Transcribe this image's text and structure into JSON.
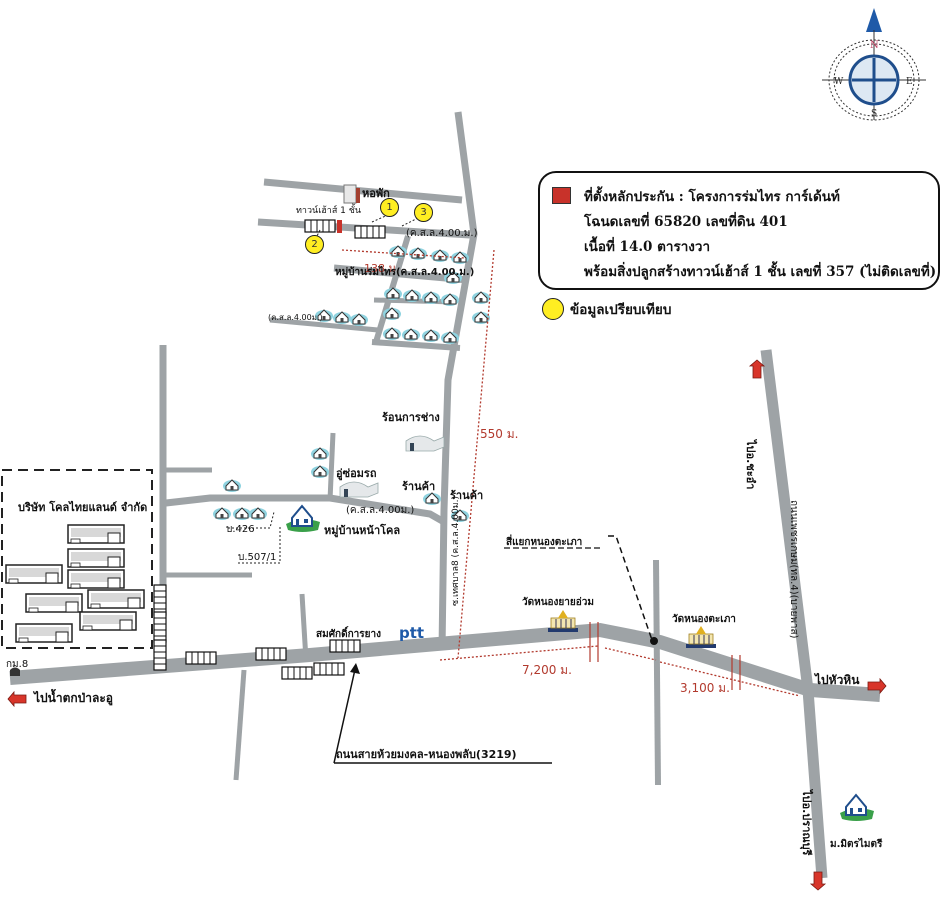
{
  "compass": {
    "north": "N",
    "south": "S",
    "east": "E",
    "west": "W",
    "icon": "compass-rose-icon"
  },
  "legend": {
    "collateral_swatch_color": "#c8322a",
    "line1": "ที่ตั้งหลักประกัน : โครงการร่มไทร การ์เด้นท์",
    "line2": "โฉนดเลขที่ 65820  เลขที่ดิน 401",
    "line3": "เนื้อที่ 14.0  ตารางวา",
    "line4": "พร้อมสิ่งปลูกสร้างทาวน์เฮ้าส์ 1 ชั้น เลขที่ 357 (ไม่ติดเลขที่)",
    "comparison_color": "#ffee22",
    "comparison_label": "ข้อมูลเปรียบเทียบ"
  },
  "markers": {
    "m1": "1",
    "m2": "2",
    "m3": "3"
  },
  "labels": {
    "dormitory": "หอพัก",
    "townhouse": "ทาวน์เฮ้าส์ 1 ชั้น",
    "road_4m_a": "(ค.ส.ล.4.00.ม.)",
    "village_romsai": "หมู่บ้านร่มไทร(ค.ส.ล.4.00.ม.)",
    "road_4m_left": "(ค.ส.ล.4.00ม.)",
    "dist_138": "138 ม.",
    "dist_550": "550 ม.",
    "contractor": "ร้อนการช่าง",
    "garage": "อู่ซ่อมรถ",
    "shop1": "ร้านค้า",
    "shop2": "ร้านค้า",
    "road_4m_mid": "(ค.ส.ล.4.00ม.)",
    "village_nakhot": "หมู่บ้านหน้าโคล",
    "house_426": "บ.426",
    "house_5071": "บ.507/1",
    "company": "บริษัท โคลไทยแลนด์ จำกัด",
    "soi_thesaban": "ซ.เทศบาล8 (ค.ส.ล.4.00ม.)",
    "somsak": "สมศักดิ์การยาง",
    "ptt": "ptt",
    "km8": "กม.8",
    "to_waterfall": "ไปน้ำตกป่าละอู",
    "wat_yai_uam": "วัดหนองยายอ่วม",
    "intersection": "สี่แยกหนองตะเภา",
    "wat_nong_taphao": "วัดหนองตะเภา",
    "dist_7200": "7,200 ม.",
    "dist_3100": "3,100 ม.",
    "main_road": "ถนนสายห้วยมงคล-หนองพลับ(3219)",
    "to_cha_am": "ไปอ.ชะอำ",
    "phetkasem": "ถนนเพชรเกษม(ทล.4)(บายพาส)",
    "to_hua_hin": "ไปหัวหิน",
    "to_pranburi": "ไปอ.ปราณบุรี",
    "mittramaitri": "ม.มิตรไมตรี"
  }
}
